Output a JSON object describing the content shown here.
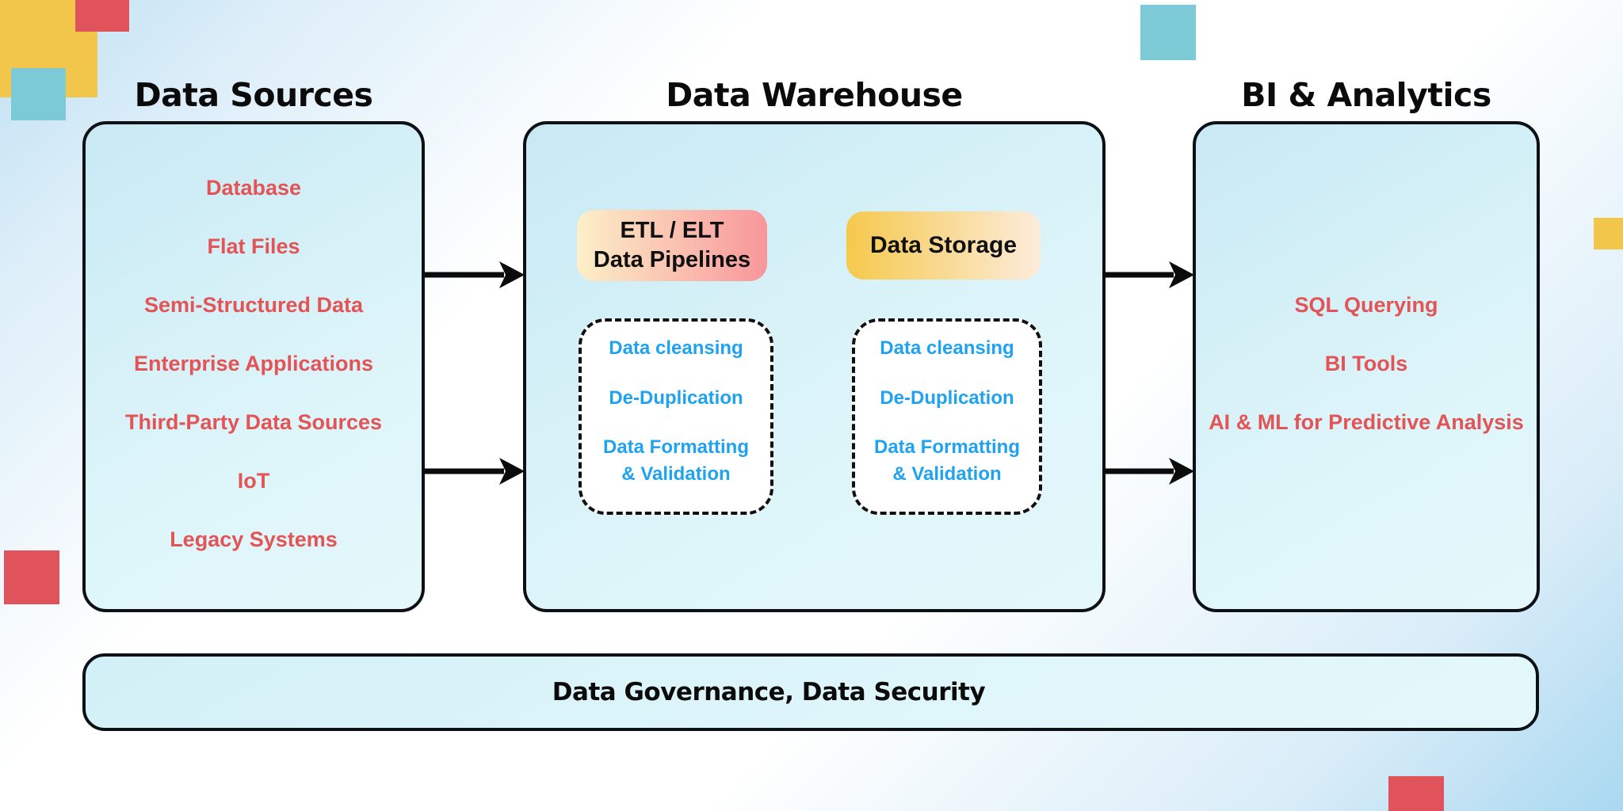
{
  "titles": {
    "sources": "Data Sources",
    "warehouse": "Data Warehouse",
    "bi": "BI & Analytics"
  },
  "sources": {
    "items": [
      "Database",
      "Flat Files",
      "Semi-Structured Data",
      "Enterprise Applications",
      "Third-Party Data Sources",
      "IoT",
      "Legacy Systems"
    ]
  },
  "warehouse": {
    "pipelines_badge_line1": "ETL / ELT",
    "pipelines_badge_line2": "Data Pipelines",
    "storage_badge": "Data Storage",
    "steps": [
      "Data cleansing",
      "De-Duplication"
    ],
    "step3_line1": "Data Formatting",
    "step3_line2": "& Validation"
  },
  "bi": {
    "items": [
      "SQL Querying",
      "BI Tools",
      "AI & ML for Predictive Analysis"
    ]
  },
  "governance": {
    "label": "Data Governance, Data Security"
  },
  "colors": {
    "item_red": "#E25456",
    "step_blue": "#1FA3F0",
    "panel_fill": "#D9F3F9",
    "panel_border": "#0D1014",
    "decor_yellow": "#F2C64B",
    "decor_red": "#E0535A",
    "decor_teal": "#7DCAD7",
    "pipelines_badge_gradient_left": "#FCF0C8",
    "pipelines_badge_gradient_right": "#F8969B",
    "storage_badge_gradient_left": "#F5C94C",
    "storage_badge_gradient_right": "#FCEBDC"
  }
}
